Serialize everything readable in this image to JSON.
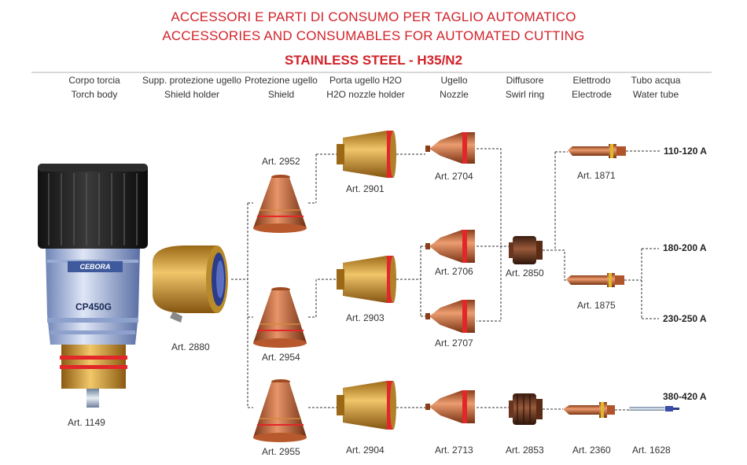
{
  "title": {
    "line1": "ACCESSORI E PARTI DI CONSUMO PER TAGLIO AUTOMATICO",
    "line2": "ACCESSORIES AND CONSUMABLES FOR AUTOMATED CUTTING",
    "subtitle": "STAINLESS STEEL - H35/N2"
  },
  "columns": [
    {
      "it": "Corpo torcia",
      "en": "Torch body"
    },
    {
      "it": "Supp. protezione ugello",
      "en": "Shield holder"
    },
    {
      "it": "Protezione ugello",
      "en": "Shield"
    },
    {
      "it": "Porta ugello H2O",
      "en": "H2O nozzle holder"
    },
    {
      "it": "Ugello",
      "en": "Nozzle"
    },
    {
      "it": "Diffusore",
      "en": "Swirl ring"
    },
    {
      "it": "Elettrodo",
      "en": "Electrode"
    },
    {
      "it": "Tubo acqua",
      "en": "Water tube"
    }
  ],
  "torch": {
    "brand": "CEBORA",
    "model": "CP450G"
  },
  "parts": {
    "a1149": "Art. 1149",
    "a2880": "Art. 2880",
    "a2952": "Art. 2952",
    "a2954": "Art. 2954",
    "a2955": "Art. 2955",
    "a2901": "Art. 2901",
    "a2903": "Art. 2903",
    "a2904": "Art. 2904",
    "a2704": "Art. 2704",
    "a2706": "Art. 2706",
    "a2707": "Art. 2707",
    "a2713": "Art. 2713",
    "a2850": "Art. 2850",
    "a2853": "Art. 2853",
    "a1871": "Art. 1871",
    "a1875": "Art. 1875",
    "a2360": "Art. 2360",
    "a1628": "Art. 1628"
  },
  "currents": {
    "c110": "110-120 A",
    "c180": "180-200 A",
    "c230": "230-250 A",
    "c380": "380-420 A"
  },
  "colors": {
    "accent": "#d2232a",
    "copper": "#c96a3a",
    "brass": "#c9962e",
    "seal": "#e2262a"
  }
}
